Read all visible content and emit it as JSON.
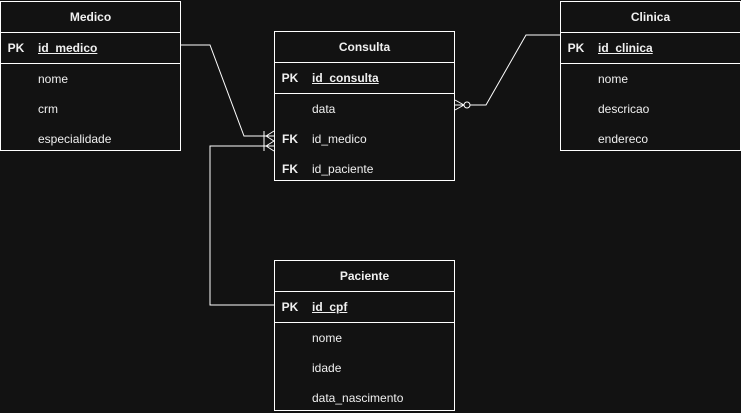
{
  "entities": {
    "medico": {
      "title": "Medico",
      "pk": {
        "key": "PK",
        "name": "id_medico"
      },
      "fields": [
        {
          "key": "",
          "name": "nome"
        },
        {
          "key": "",
          "name": "crm"
        },
        {
          "key": "",
          "name": "especialidade"
        }
      ]
    },
    "consulta": {
      "title": "Consulta",
      "pk": {
        "key": "PK",
        "name": "id_consulta"
      },
      "fields": [
        {
          "key": "",
          "name": "data"
        },
        {
          "key": "FK",
          "name": "id_medico"
        },
        {
          "key": "FK",
          "name": "id_paciente"
        }
      ]
    },
    "clinica": {
      "title": "Clinica",
      "pk": {
        "key": "PK",
        "name": "id_clinica"
      },
      "fields": [
        {
          "key": "",
          "name": "nome"
        },
        {
          "key": "",
          "name": "descricao"
        },
        {
          "key": "",
          "name": "endereco"
        }
      ]
    },
    "paciente": {
      "title": "Paciente",
      "pk": {
        "key": "PK",
        "name": "id_cpf"
      },
      "fields": [
        {
          "key": "",
          "name": "nome"
        },
        {
          "key": "",
          "name": "idade"
        },
        {
          "key": "",
          "name": "data_nascimento"
        }
      ]
    }
  },
  "relationships": [
    {
      "from": "medico",
      "to": "consulta",
      "to_cardinality": "one-or-many"
    },
    {
      "from": "paciente",
      "to": "consulta",
      "to_cardinality": "one-or-many"
    },
    {
      "from": "clinica",
      "to": "consulta",
      "to_cardinality": "zero-or-many"
    }
  ],
  "colors": {
    "background": "#121212",
    "line": "#ffffff",
    "text": "#f0f0f0"
  }
}
